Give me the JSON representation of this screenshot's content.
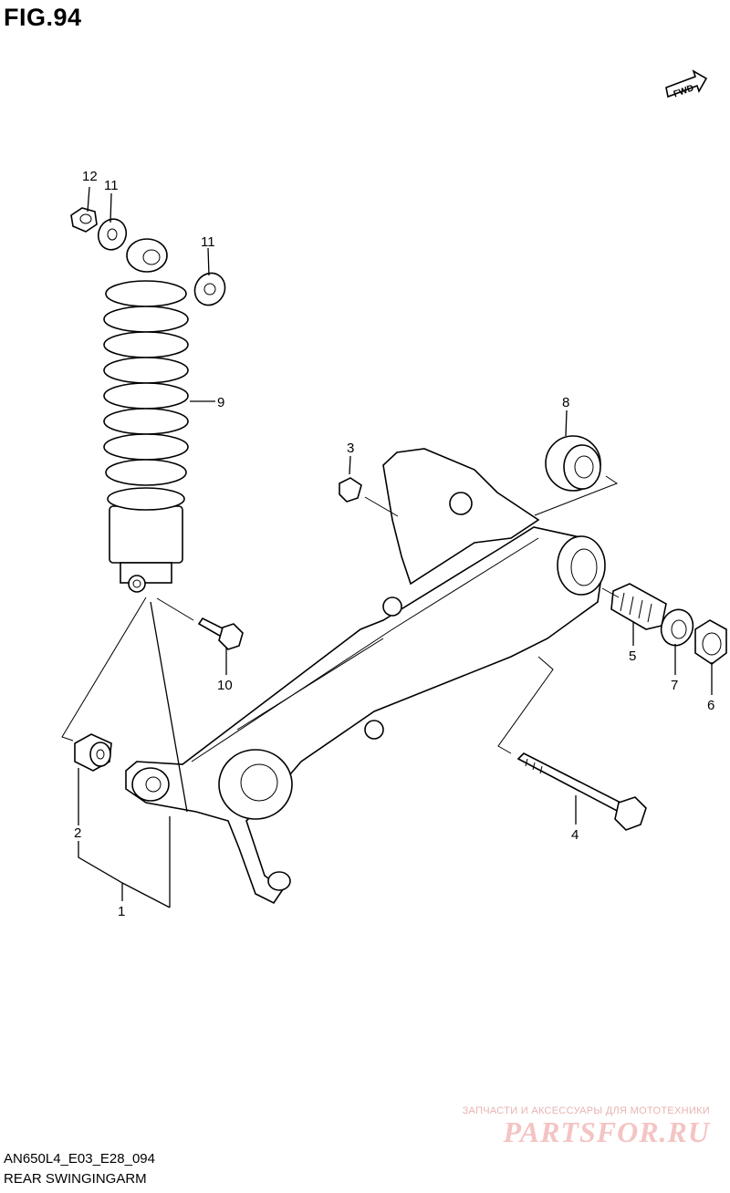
{
  "figure": {
    "title": "FIG.94"
  },
  "direction_marker": {
    "label": "FWD",
    "icon": "forward-arrow-icon"
  },
  "callouts": {
    "c1": "1",
    "c2": "2",
    "c3": "3",
    "c4": "4",
    "c5": "5",
    "c6": "6",
    "c7": "7",
    "c8": "8",
    "c9": "9",
    "c10": "10",
    "c11a": "11",
    "c11b": "11",
    "c12": "12"
  },
  "footer": {
    "model_code": "AN650L4_E03_E28_094",
    "section_name": "REAR SWINGINGARM"
  },
  "watermark": {
    "tagline": "ЗАПЧАСТИ И АКСЕССУАРЫ ДЛЯ МОТОТЕХНИКИ",
    "brand": "PARTSFOR.RU",
    "color": "#f4c4c4"
  }
}
